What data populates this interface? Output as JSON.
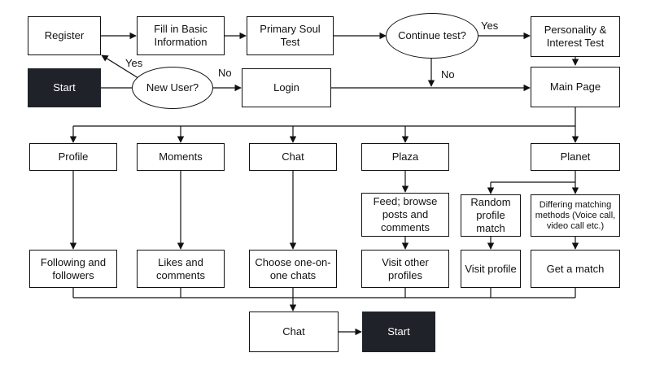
{
  "nodes": {
    "register": "Register",
    "fill_info": "Fill in Basic Information",
    "primary_test": "Primary Soul Test",
    "continue_test": "Continue test?",
    "personality_test": "Personality & Interest Test",
    "start_top": "Start",
    "new_user": "New User?",
    "login": "Login",
    "main_page": "Main Page",
    "profile": "Profile",
    "moments": "Moments",
    "chat_mid": "Chat",
    "plaza": "Plaza",
    "planet": "Planet",
    "feed": "Feed; browse posts and comments",
    "random_match": "Random profile match",
    "differing_methods": "Differing matching methods (Voice call, video call etc.)",
    "following": "Following and followers",
    "likes": "Likes and comments",
    "choose_chats": "Choose one-on-one chats",
    "visit_other": "Visit other profiles",
    "visit_profile": "Visit profile",
    "get_match": "Get a match",
    "chat_bottom": "Chat",
    "start_bottom": "Start"
  },
  "edge_labels": {
    "yes_register": "Yes",
    "no_login": "No",
    "yes_personality": "Yes",
    "no_main": "No"
  }
}
